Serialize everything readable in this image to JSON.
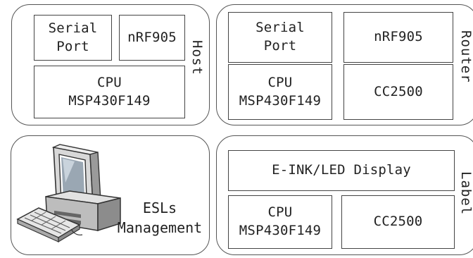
{
  "host": {
    "label": "Host",
    "serial": [
      "Serial",
      "Port"
    ],
    "radio": "nRF905",
    "cpu": [
      "CPU",
      "MSP430F149"
    ]
  },
  "router": {
    "label": "Router",
    "serial": [
      "Serial",
      "Port"
    ],
    "radio": "nRF905",
    "cpu": [
      "CPU",
      "MSP430F149"
    ],
    "cc": "CC2500"
  },
  "management": {
    "text": [
      "ESLs",
      "Management"
    ],
    "icon": "desktop-computer-icon"
  },
  "label_unit": {
    "label": "Label",
    "display": "E-INK/LED Display",
    "cpu": [
      "CPU",
      "MSP430F149"
    ],
    "cc": "CC2500"
  }
}
